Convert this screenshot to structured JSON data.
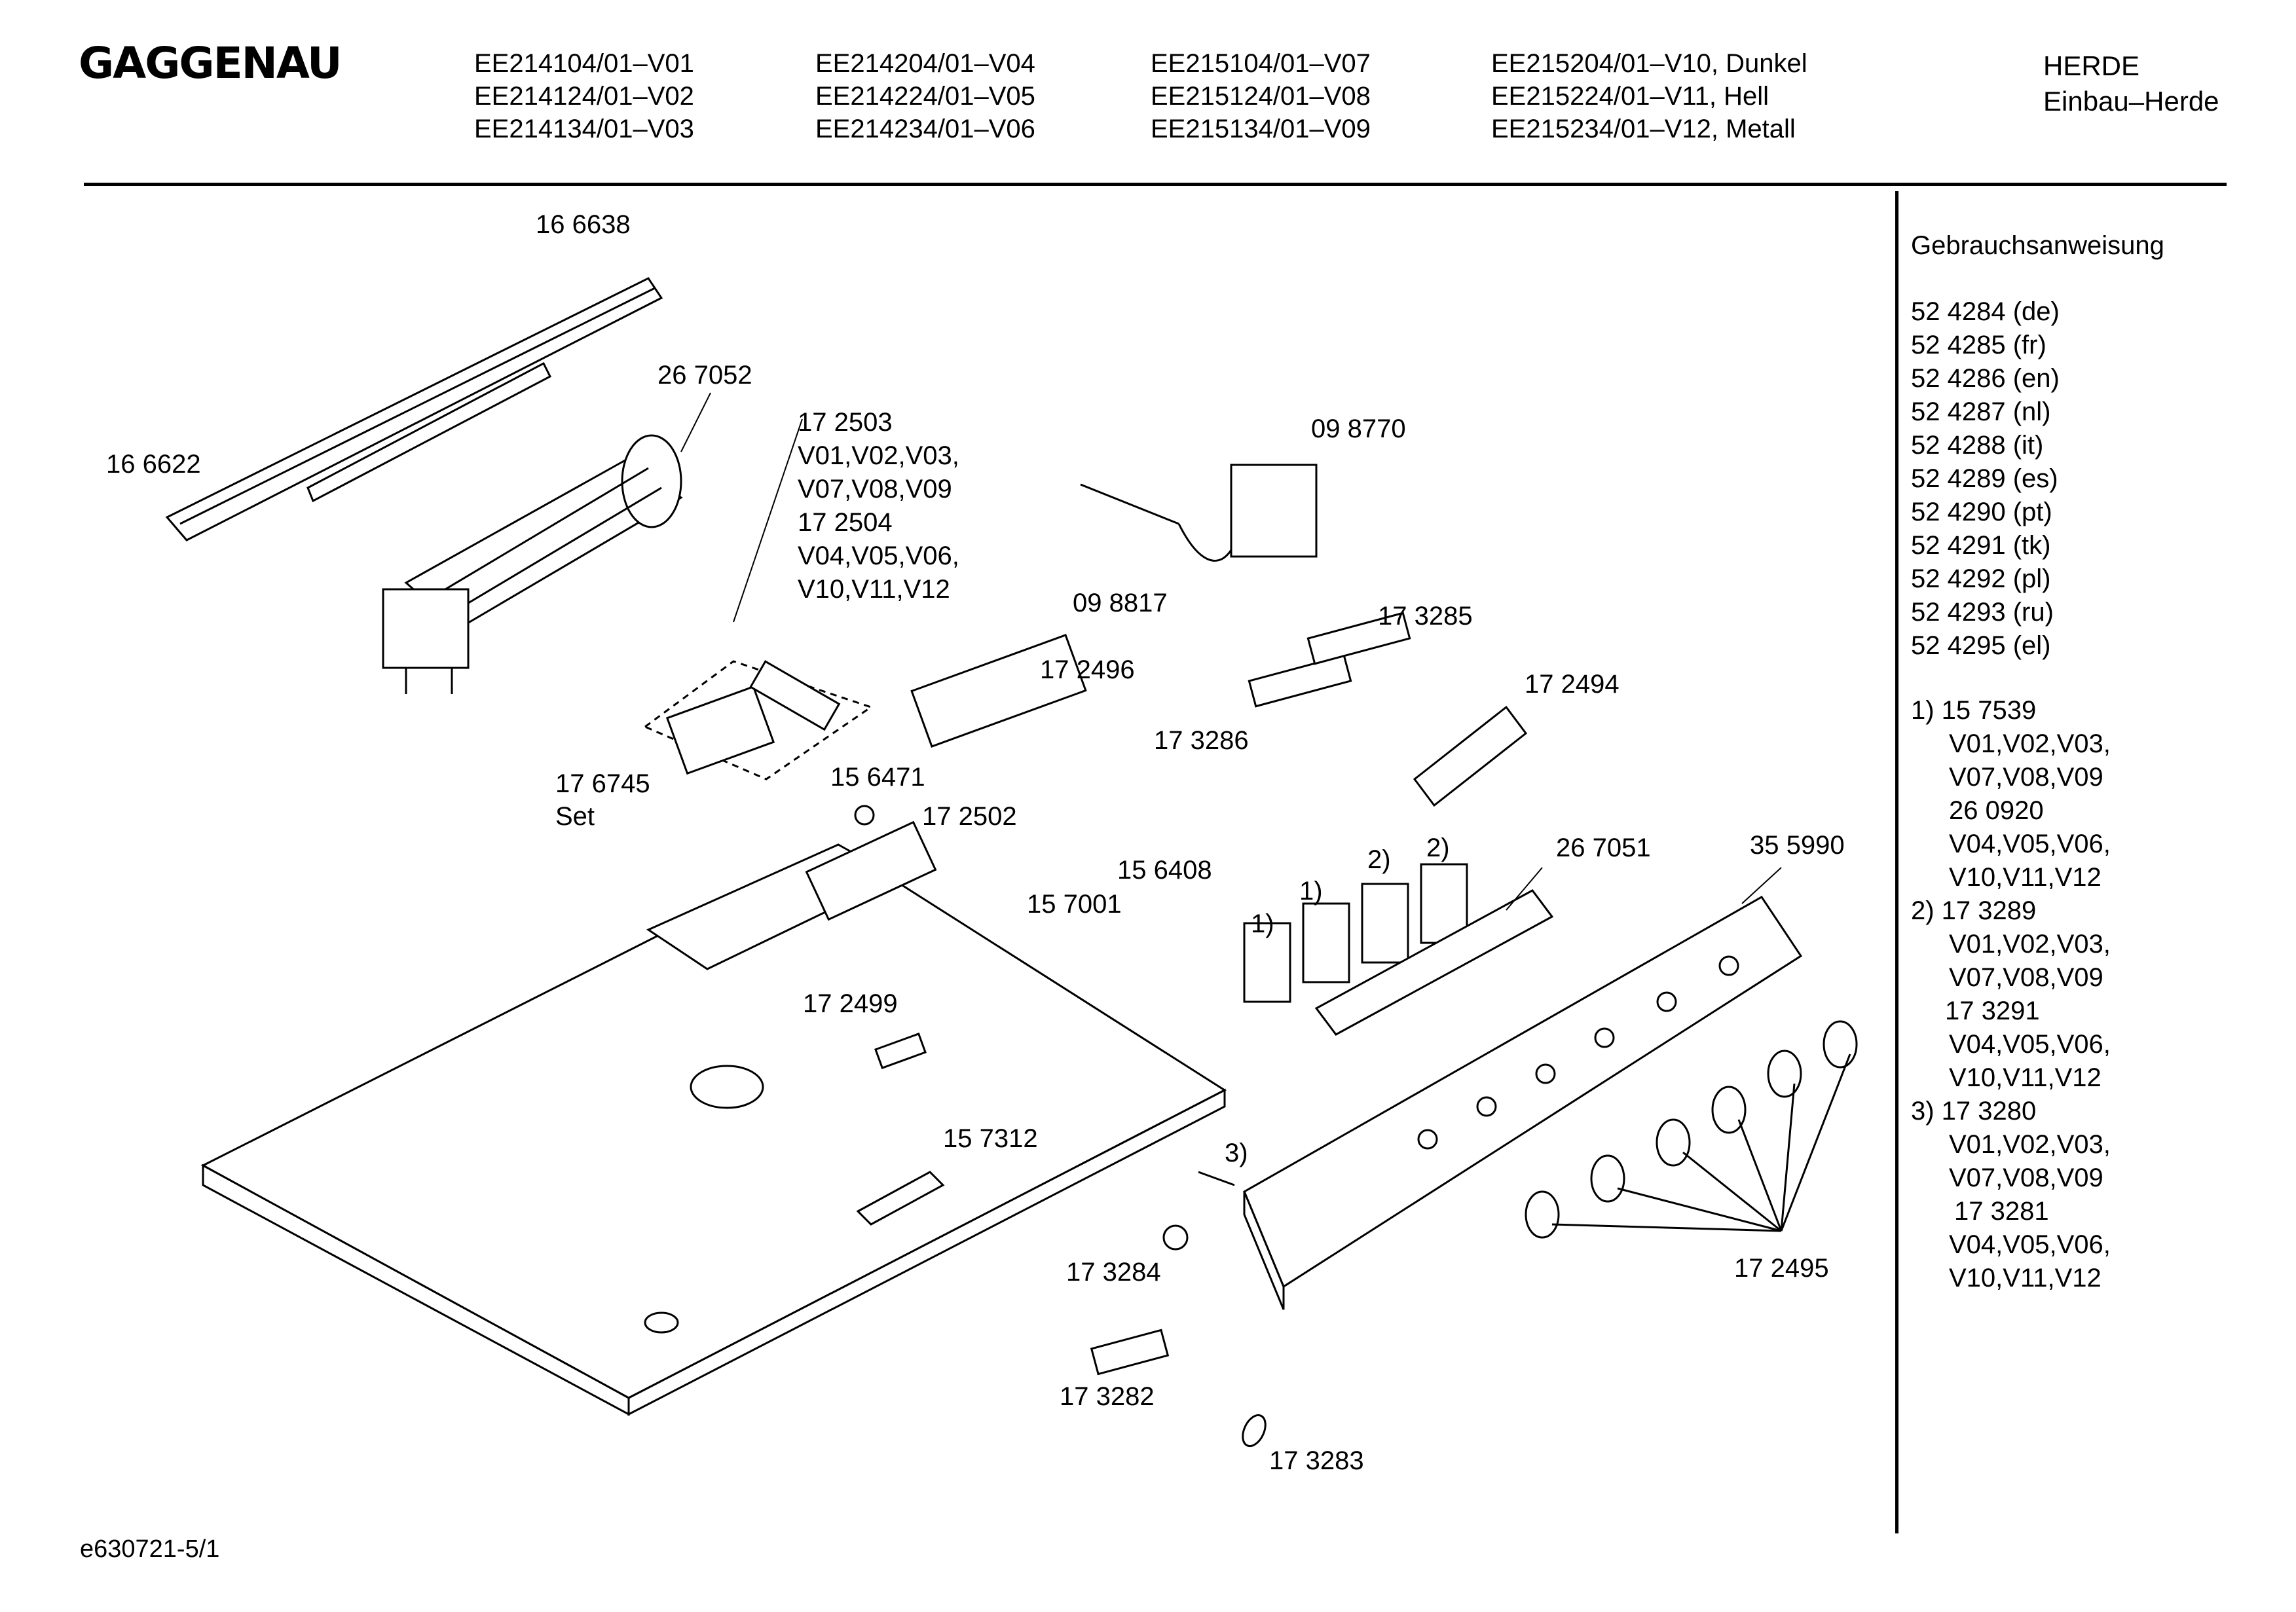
{
  "header": {
    "brand": "GAGGENAU",
    "models": {
      "col1": [
        "EE214104/01–V01",
        "EE214124/01–V02",
        "EE214134/01–V03"
      ],
      "col2": [
        "EE214204/01–V04",
        "EE214224/01–V05",
        "EE214234/01–V06"
      ],
      "col3": [
        "EE215104/01–V07",
        "EE215124/01–V08",
        "EE215134/01–V09"
      ],
      "col4": [
        "EE215204/01–V10, Dunkel",
        "EE215224/01–V11, Hell",
        "EE215234/01–V12, Metall"
      ]
    },
    "category": [
      "HERDE",
      "Einbau–Herde"
    ]
  },
  "parts": {
    "p166638": "16 6638",
    "p166622": "16 6622",
    "p267052": "26 7052",
    "p172503_group": [
      "17 2503",
      "V01,V02,V03,",
      "V07,V08,V09",
      "17 2504",
      "V04,V05,V06,",
      "V10,V11,V12"
    ],
    "p098770": "09 8770",
    "p098817": "09 8817",
    "p173285": "17 3285",
    "p172496": "17 2496",
    "p172494": "17 2494",
    "p173286": "17 3286",
    "p176745": [
      "17 6745",
      "Set"
    ],
    "p156471": "15 6471",
    "p172502": "17 2502",
    "p156408": "15 6408",
    "p157001": "15 7001",
    "p267051": "26 7051",
    "p355990": "35 5990",
    "note1a": "1)",
    "note1b": "1)",
    "note2a": "2)",
    "note2b": "2)",
    "note3": "3)",
    "p172499": "17 2499",
    "p157312": "15 7312",
    "p173284": "17 3284",
    "p172495": "17 2495",
    "p173282": "17 3282",
    "p173283": "17 3283"
  },
  "sidebar": {
    "manual_title": "Gebrauchsanweisung",
    "manuals": [
      "52 4284 (de)",
      "52 4285 (fr)",
      "52 4286 (en)",
      "52 4287 (nl)",
      "52 4288 (it)",
      "52 4289 (es)",
      "52 4290 (pt)",
      "52 4291 (tk)",
      "52 4292 (pl)",
      "52 4293 (ru)",
      "52 4295 (el)"
    ],
    "notes": [
      "1) 15 7539",
      "V01,V02,V03,",
      "V07,V08,V09",
      "26 0920",
      "V04,V05,V06,",
      "V10,V11,V12",
      "2) 17 3289",
      "V01,V02,V03,",
      "V07,V08,V09",
      "17 3291",
      "V04,V05,V06,",
      "V10,V11,V12",
      "3) 17 3280",
      "V01,V02,V03,",
      "V07,V08,V09",
      "17 3281",
      "V04,V05,V06,",
      "V10,V11,V12"
    ]
  },
  "footer": {
    "code": "e630721-5/1"
  }
}
